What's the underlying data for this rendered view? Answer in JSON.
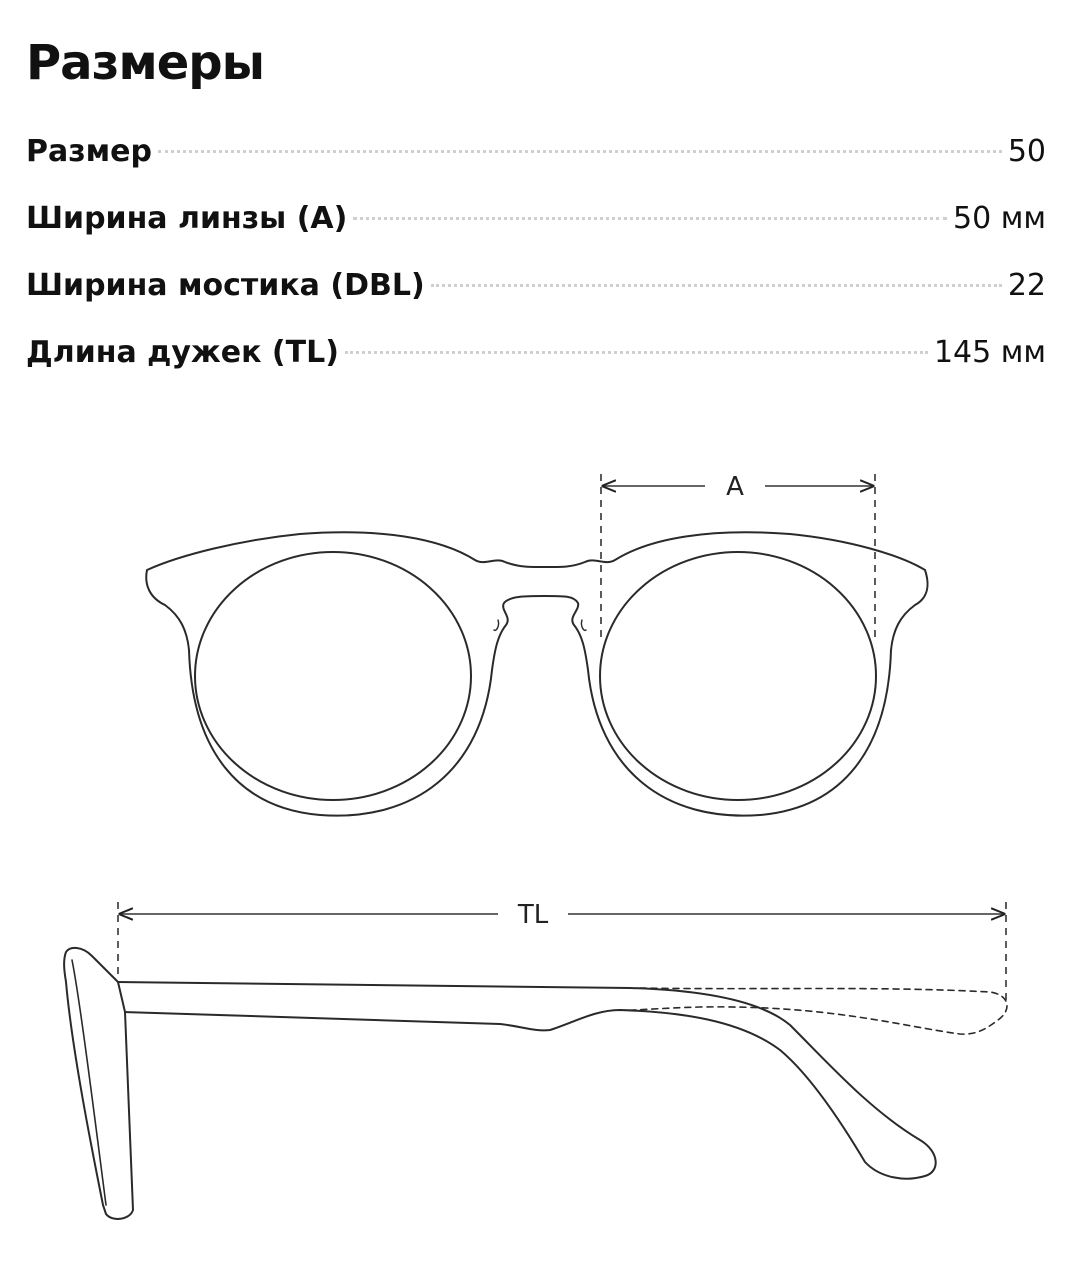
{
  "title": "Размеры",
  "specs": [
    {
      "label": "Размер",
      "value": "50"
    },
    {
      "label": "Ширина линзы (A)",
      "value": "50 мм"
    },
    {
      "label": "Ширина мостика (DBL)",
      "value": "22"
    },
    {
      "label": "Длина дужек (TL)",
      "value": "145 мм"
    }
  ],
  "diagram": {
    "front_dimension_label": "A",
    "side_dimension_label": "TL"
  }
}
